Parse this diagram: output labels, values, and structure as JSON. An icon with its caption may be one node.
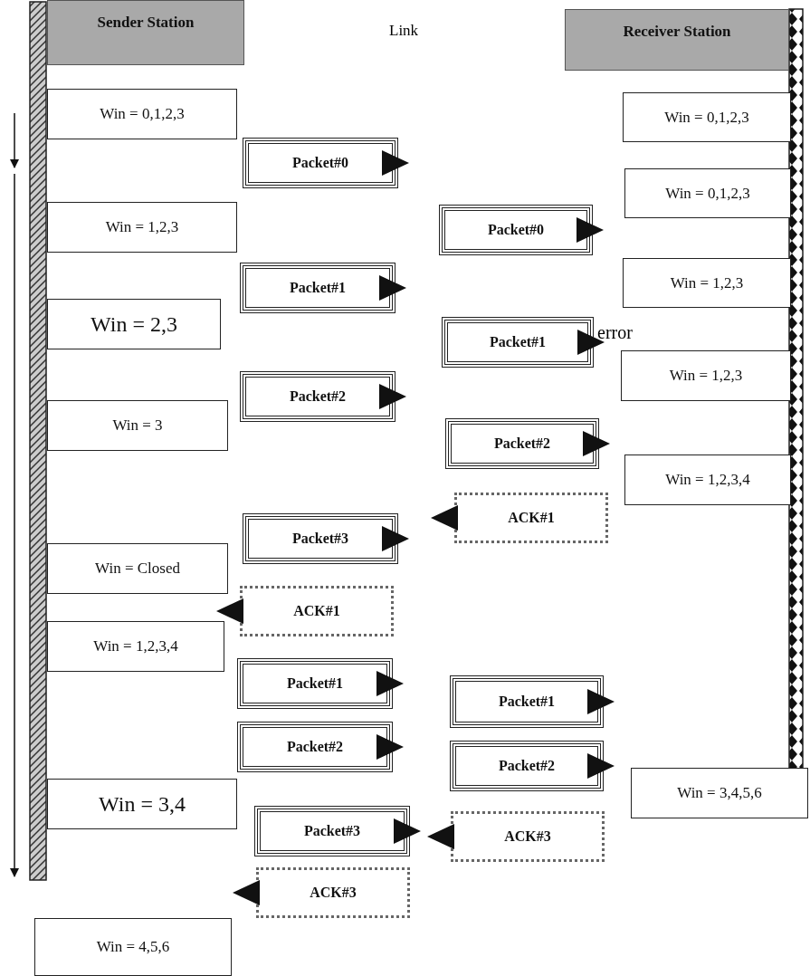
{
  "diagram": {
    "nodes": [
      {
        "text": [
          "Sender Station"
        ]
      },
      {
        "text": [
          "Receiver Station"
        ]
      },
      {
        "text": [
          "Win = 0,1,2,3"
        ]
      },
      {
        "text": [
          "Win = 0,1,2,3"
        ]
      },
      {
        "text": [
          "Packet#0"
        ]
      },
      {
        "text": [
          "Win = 0,1,2,3"
        ]
      },
      {
        "text": [
          "Win = 1,2,3"
        ]
      },
      {
        "text": [
          "Packet#0"
        ]
      },
      {
        "text": [
          "Win = 1,2,3"
        ]
      },
      {
        "text": [
          "Packet#1"
        ]
      },
      {
        "text": [
          "Win = 2,3"
        ]
      },
      {
        "text": [
          "Packet#1"
        ]
      },
      {
        "text": [
          "Win = 1,2,3"
        ]
      },
      {
        "text": [
          "Packet#2"
        ]
      },
      {
        "text": [
          "Win = 3"
        ]
      },
      {
        "text": [
          "Packet#2"
        ]
      },
      {
        "text": [
          "Win = 1,2,3,4"
        ]
      },
      {
        "text": [
          "ACK#1"
        ]
      },
      {
        "text": [
          "Packet#3"
        ]
      },
      {
        "text": [
          "Win = Closed"
        ]
      },
      {
        "text": [
          "ACK#1"
        ]
      },
      {
        "text": [
          "Win = 1,2,3,4"
        ]
      },
      {
        "text": [
          "Packet#1"
        ]
      },
      {
        "text": [
          "Packet#1"
        ]
      },
      {
        "text": [
          "Packet#2"
        ]
      },
      {
        "text": [
          "Packet#2"
        ]
      },
      {
        "text": [
          "Win = 3,4,5,6"
        ]
      },
      {
        "text": [
          "Win = 3,4"
        ]
      },
      {
        "text": [
          "Packet#3"
        ]
      },
      {
        "text": [
          "ACK#3"
        ]
      },
      {
        "text": [
          "ACK#3"
        ]
      },
      {
        "text": [
          "Win = 4,5,6"
        ]
      },
      {
        "text": [],
        "shape": "bar"
      },
      {
        "text": [],
        "shape": "bar"
      }
    ],
    "labels": [
      "Link",
      "error"
    ]
  }
}
